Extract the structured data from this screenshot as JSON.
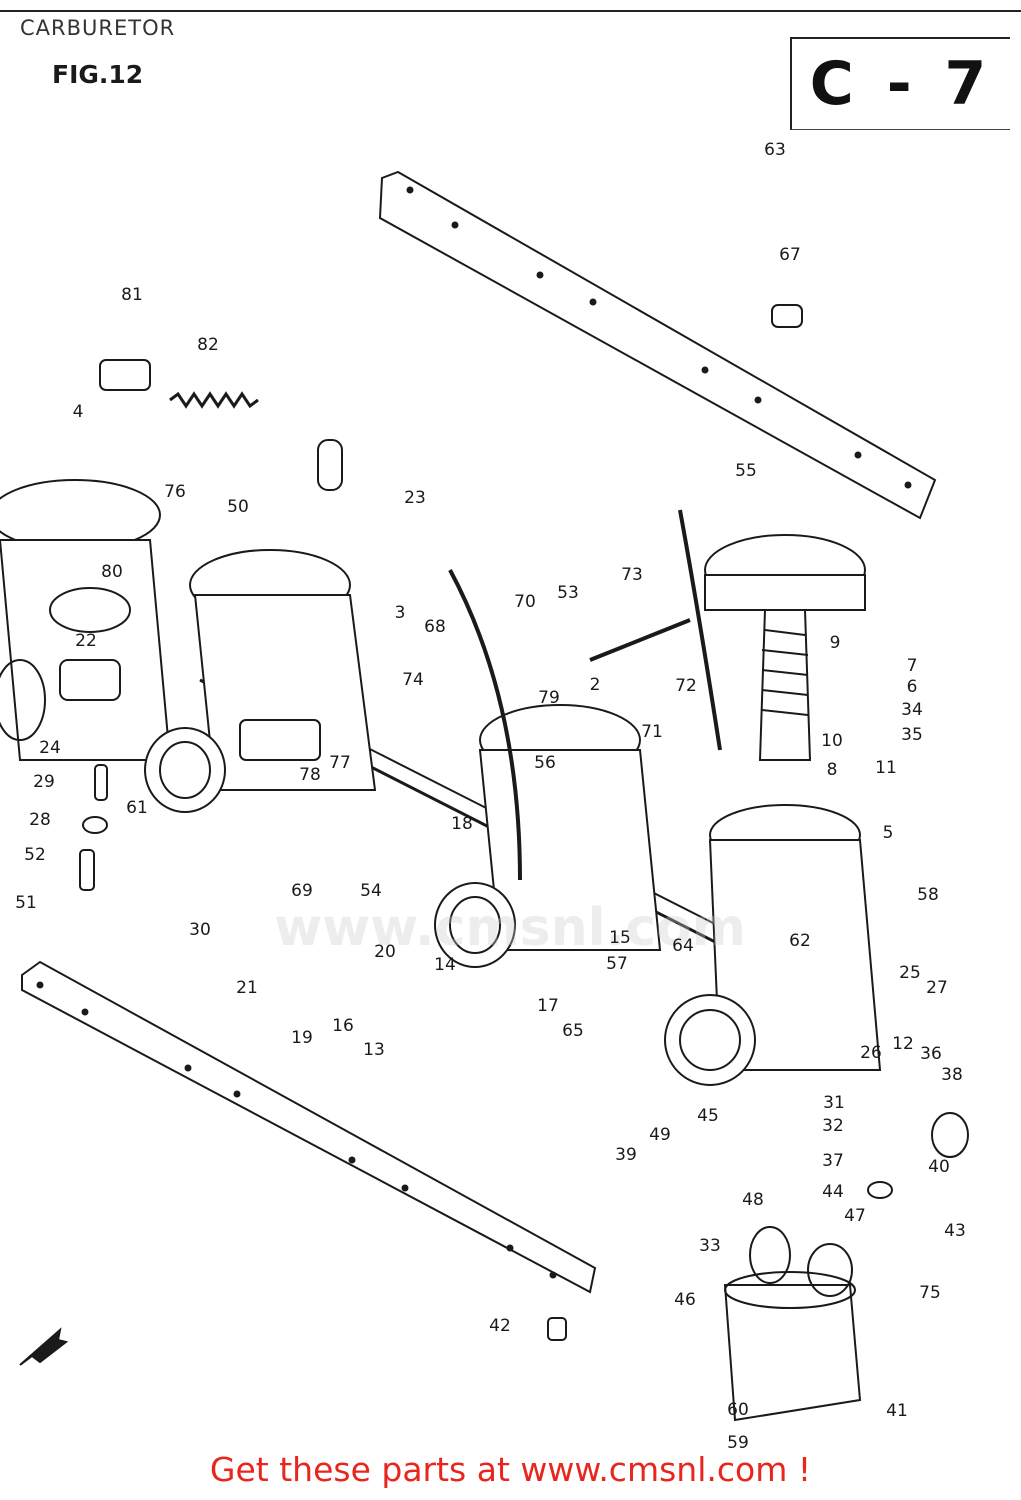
{
  "header": {
    "title": "CARBURETOR"
  },
  "figure": {
    "label": "FIG.12",
    "section": "C - 7"
  },
  "footer": {
    "cta": "Get these parts at www.cmsnl.com !"
  },
  "callouts": [
    "63",
    "67",
    "81",
    "82",
    "4",
    "76",
    "50",
    "23",
    "55",
    "80",
    "22",
    "3",
    "68",
    "70",
    "53",
    "73",
    "9",
    "24",
    "74",
    "79",
    "2",
    "72",
    "7",
    "6",
    "34",
    "35",
    "29",
    "61",
    "78",
    "77",
    "56",
    "71",
    "10",
    "8",
    "11",
    "28",
    "18",
    "5",
    "52",
    "51",
    "30",
    "69",
    "54",
    "58",
    "20",
    "15",
    "14",
    "64",
    "62",
    "21",
    "19",
    "16",
    "13",
    "17",
    "65",
    "57",
    "25",
    "27",
    "26",
    "12",
    "36",
    "38",
    "45",
    "31",
    "32",
    "39",
    "49",
    "37",
    "40",
    "48",
    "44",
    "47",
    "43",
    "33",
    "46",
    "75",
    "42",
    "60",
    "41",
    "59"
  ],
  "watermark": {
    "text": "www.cmsnl.com"
  },
  "icons": {
    "fwd": "fwd-arrow-icon"
  },
  "colors": {
    "cta": "#e8261e",
    "line": "#1a1a1a"
  }
}
